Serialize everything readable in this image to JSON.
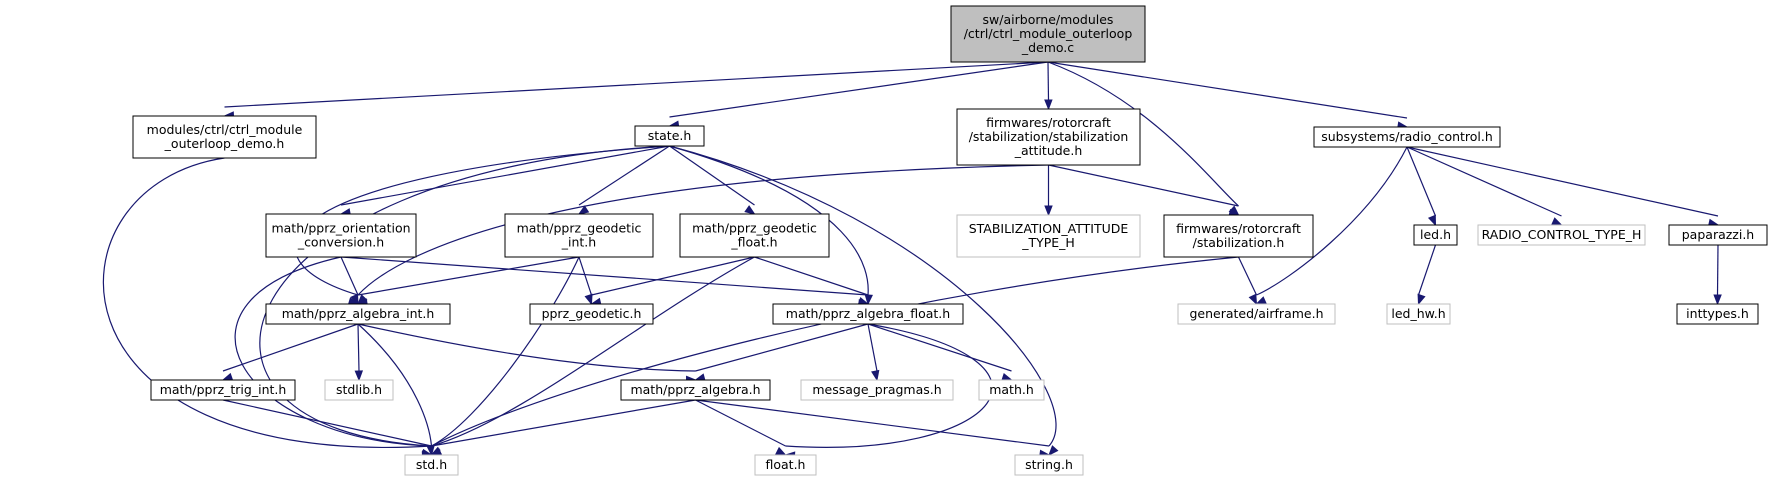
{
  "colors": {
    "edge": "#191970",
    "root_fill": "#bfbfbf",
    "node_fill": "#ffffff",
    "node_border": "#000000",
    "missing_border": "#bfbfbf",
    "text": "#000000"
  },
  "nodes": [
    {
      "id": "root",
      "lines": [
        "sw/airborne/modules",
        "/ctrl/ctrl_module_outerloop",
        "_demo.c"
      ],
      "style": "root"
    },
    {
      "id": "modhdr",
      "lines": [
        "modules/ctrl/ctrl_module",
        "_outerloop_demo.h"
      ],
      "style": "normal"
    },
    {
      "id": "state",
      "lines": [
        "state.h"
      ],
      "style": "normal"
    },
    {
      "id": "stabatt",
      "lines": [
        "firmwares/rotorcraft",
        "/stabilization/stabilization",
        "_attitude.h"
      ],
      "style": "normal"
    },
    {
      "id": "radio",
      "lines": [
        "subsystems/radio_control.h"
      ],
      "style": "normal"
    },
    {
      "id": "orient",
      "lines": [
        "math/pprz_orientation",
        "_conversion.h"
      ],
      "style": "normal"
    },
    {
      "id": "geoint",
      "lines": [
        "math/pprz_geodetic",
        "_int.h"
      ],
      "style": "normal"
    },
    {
      "id": "geofloat",
      "lines": [
        "math/pprz_geodetic",
        "_float.h"
      ],
      "style": "normal"
    },
    {
      "id": "stabtype",
      "lines": [
        "STABILIZATION_ATTITUDE",
        "_TYPE_H"
      ],
      "style": "missing"
    },
    {
      "id": "stab",
      "lines": [
        "firmwares/rotorcraft",
        "/stabilization.h"
      ],
      "style": "normal"
    },
    {
      "id": "led",
      "lines": [
        "led.h"
      ],
      "style": "normal"
    },
    {
      "id": "rctype",
      "lines": [
        "RADIO_CONTROL_TYPE_H"
      ],
      "style": "missing"
    },
    {
      "id": "paparazzi",
      "lines": [
        "paparazzi.h"
      ],
      "style": "normal"
    },
    {
      "id": "algint",
      "lines": [
        "math/pprz_algebra_int.h"
      ],
      "style": "normal"
    },
    {
      "id": "pprzgeo",
      "lines": [
        "pprz_geodetic.h"
      ],
      "style": "normal"
    },
    {
      "id": "algfloat",
      "lines": [
        "math/pprz_algebra_float.h"
      ],
      "style": "normal"
    },
    {
      "id": "airframe",
      "lines": [
        "generated/airframe.h"
      ],
      "style": "missing"
    },
    {
      "id": "ledhw",
      "lines": [
        "led_hw.h"
      ],
      "style": "missing"
    },
    {
      "id": "inttypes",
      "lines": [
        "inttypes.h"
      ],
      "style": "normal"
    },
    {
      "id": "trigint",
      "lines": [
        "math/pprz_trig_int.h"
      ],
      "style": "normal"
    },
    {
      "id": "stdlib",
      "lines": [
        "stdlib.h"
      ],
      "style": "missing"
    },
    {
      "id": "alg",
      "lines": [
        "math/pprz_algebra.h"
      ],
      "style": "normal"
    },
    {
      "id": "msgprag",
      "lines": [
        "message_pragmas.h"
      ],
      "style": "missing"
    },
    {
      "id": "math",
      "lines": [
        "math.h"
      ],
      "style": "missing"
    },
    {
      "id": "std",
      "lines": [
        "std.h"
      ],
      "style": "missing"
    },
    {
      "id": "floath",
      "lines": [
        "float.h"
      ],
      "style": "missing"
    },
    {
      "id": "stringh",
      "lines": [
        "string.h"
      ],
      "style": "missing"
    }
  ],
  "edges": [
    {
      "from": "root",
      "to": "modhdr"
    },
    {
      "from": "root",
      "to": "state"
    },
    {
      "from": "root",
      "to": "stabatt"
    },
    {
      "from": "root",
      "to": "stab"
    },
    {
      "from": "root",
      "to": "radio"
    },
    {
      "from": "modhdr",
      "to": "std"
    },
    {
      "from": "state",
      "to": "std"
    },
    {
      "from": "state",
      "to": "algint"
    },
    {
      "from": "state",
      "to": "orient"
    },
    {
      "from": "state",
      "to": "geoint"
    },
    {
      "from": "state",
      "to": "geofloat"
    },
    {
      "from": "state",
      "to": "algfloat"
    },
    {
      "from": "state",
      "to": "stringh"
    },
    {
      "from": "stabatt",
      "to": "algint"
    },
    {
      "from": "stabatt",
      "to": "stabtype"
    },
    {
      "from": "stabatt",
      "to": "stab"
    },
    {
      "from": "stab",
      "to": "std"
    },
    {
      "from": "stab",
      "to": "airframe"
    },
    {
      "from": "radio",
      "to": "airframe"
    },
    {
      "from": "radio",
      "to": "led"
    },
    {
      "from": "radio",
      "to": "rctype"
    },
    {
      "from": "radio",
      "to": "paparazzi"
    },
    {
      "from": "led",
      "to": "ledhw"
    },
    {
      "from": "paparazzi",
      "to": "inttypes"
    },
    {
      "from": "orient",
      "to": "std"
    },
    {
      "from": "orient",
      "to": "algint"
    },
    {
      "from": "orient",
      "to": "algfloat"
    },
    {
      "from": "geoint",
      "to": "algint"
    },
    {
      "from": "geoint",
      "to": "pprzgeo"
    },
    {
      "from": "geoint",
      "to": "std"
    },
    {
      "from": "geofloat",
      "to": "pprzgeo"
    },
    {
      "from": "geofloat",
      "to": "algfloat"
    },
    {
      "from": "geofloat",
      "to": "std"
    },
    {
      "from": "algint",
      "to": "trigint"
    },
    {
      "from": "algint",
      "to": "stdlib"
    },
    {
      "from": "algint",
      "to": "std"
    },
    {
      "from": "algint",
      "to": "alg"
    },
    {
      "from": "algfloat",
      "to": "alg"
    },
    {
      "from": "algfloat",
      "to": "msgprag"
    },
    {
      "from": "algfloat",
      "to": "math"
    },
    {
      "from": "algfloat",
      "to": "floath"
    },
    {
      "from": "trigint",
      "to": "std"
    },
    {
      "from": "alg",
      "to": "std"
    },
    {
      "from": "alg",
      "to": "floath"
    },
    {
      "from": "alg",
      "to": "stringh"
    }
  ]
}
